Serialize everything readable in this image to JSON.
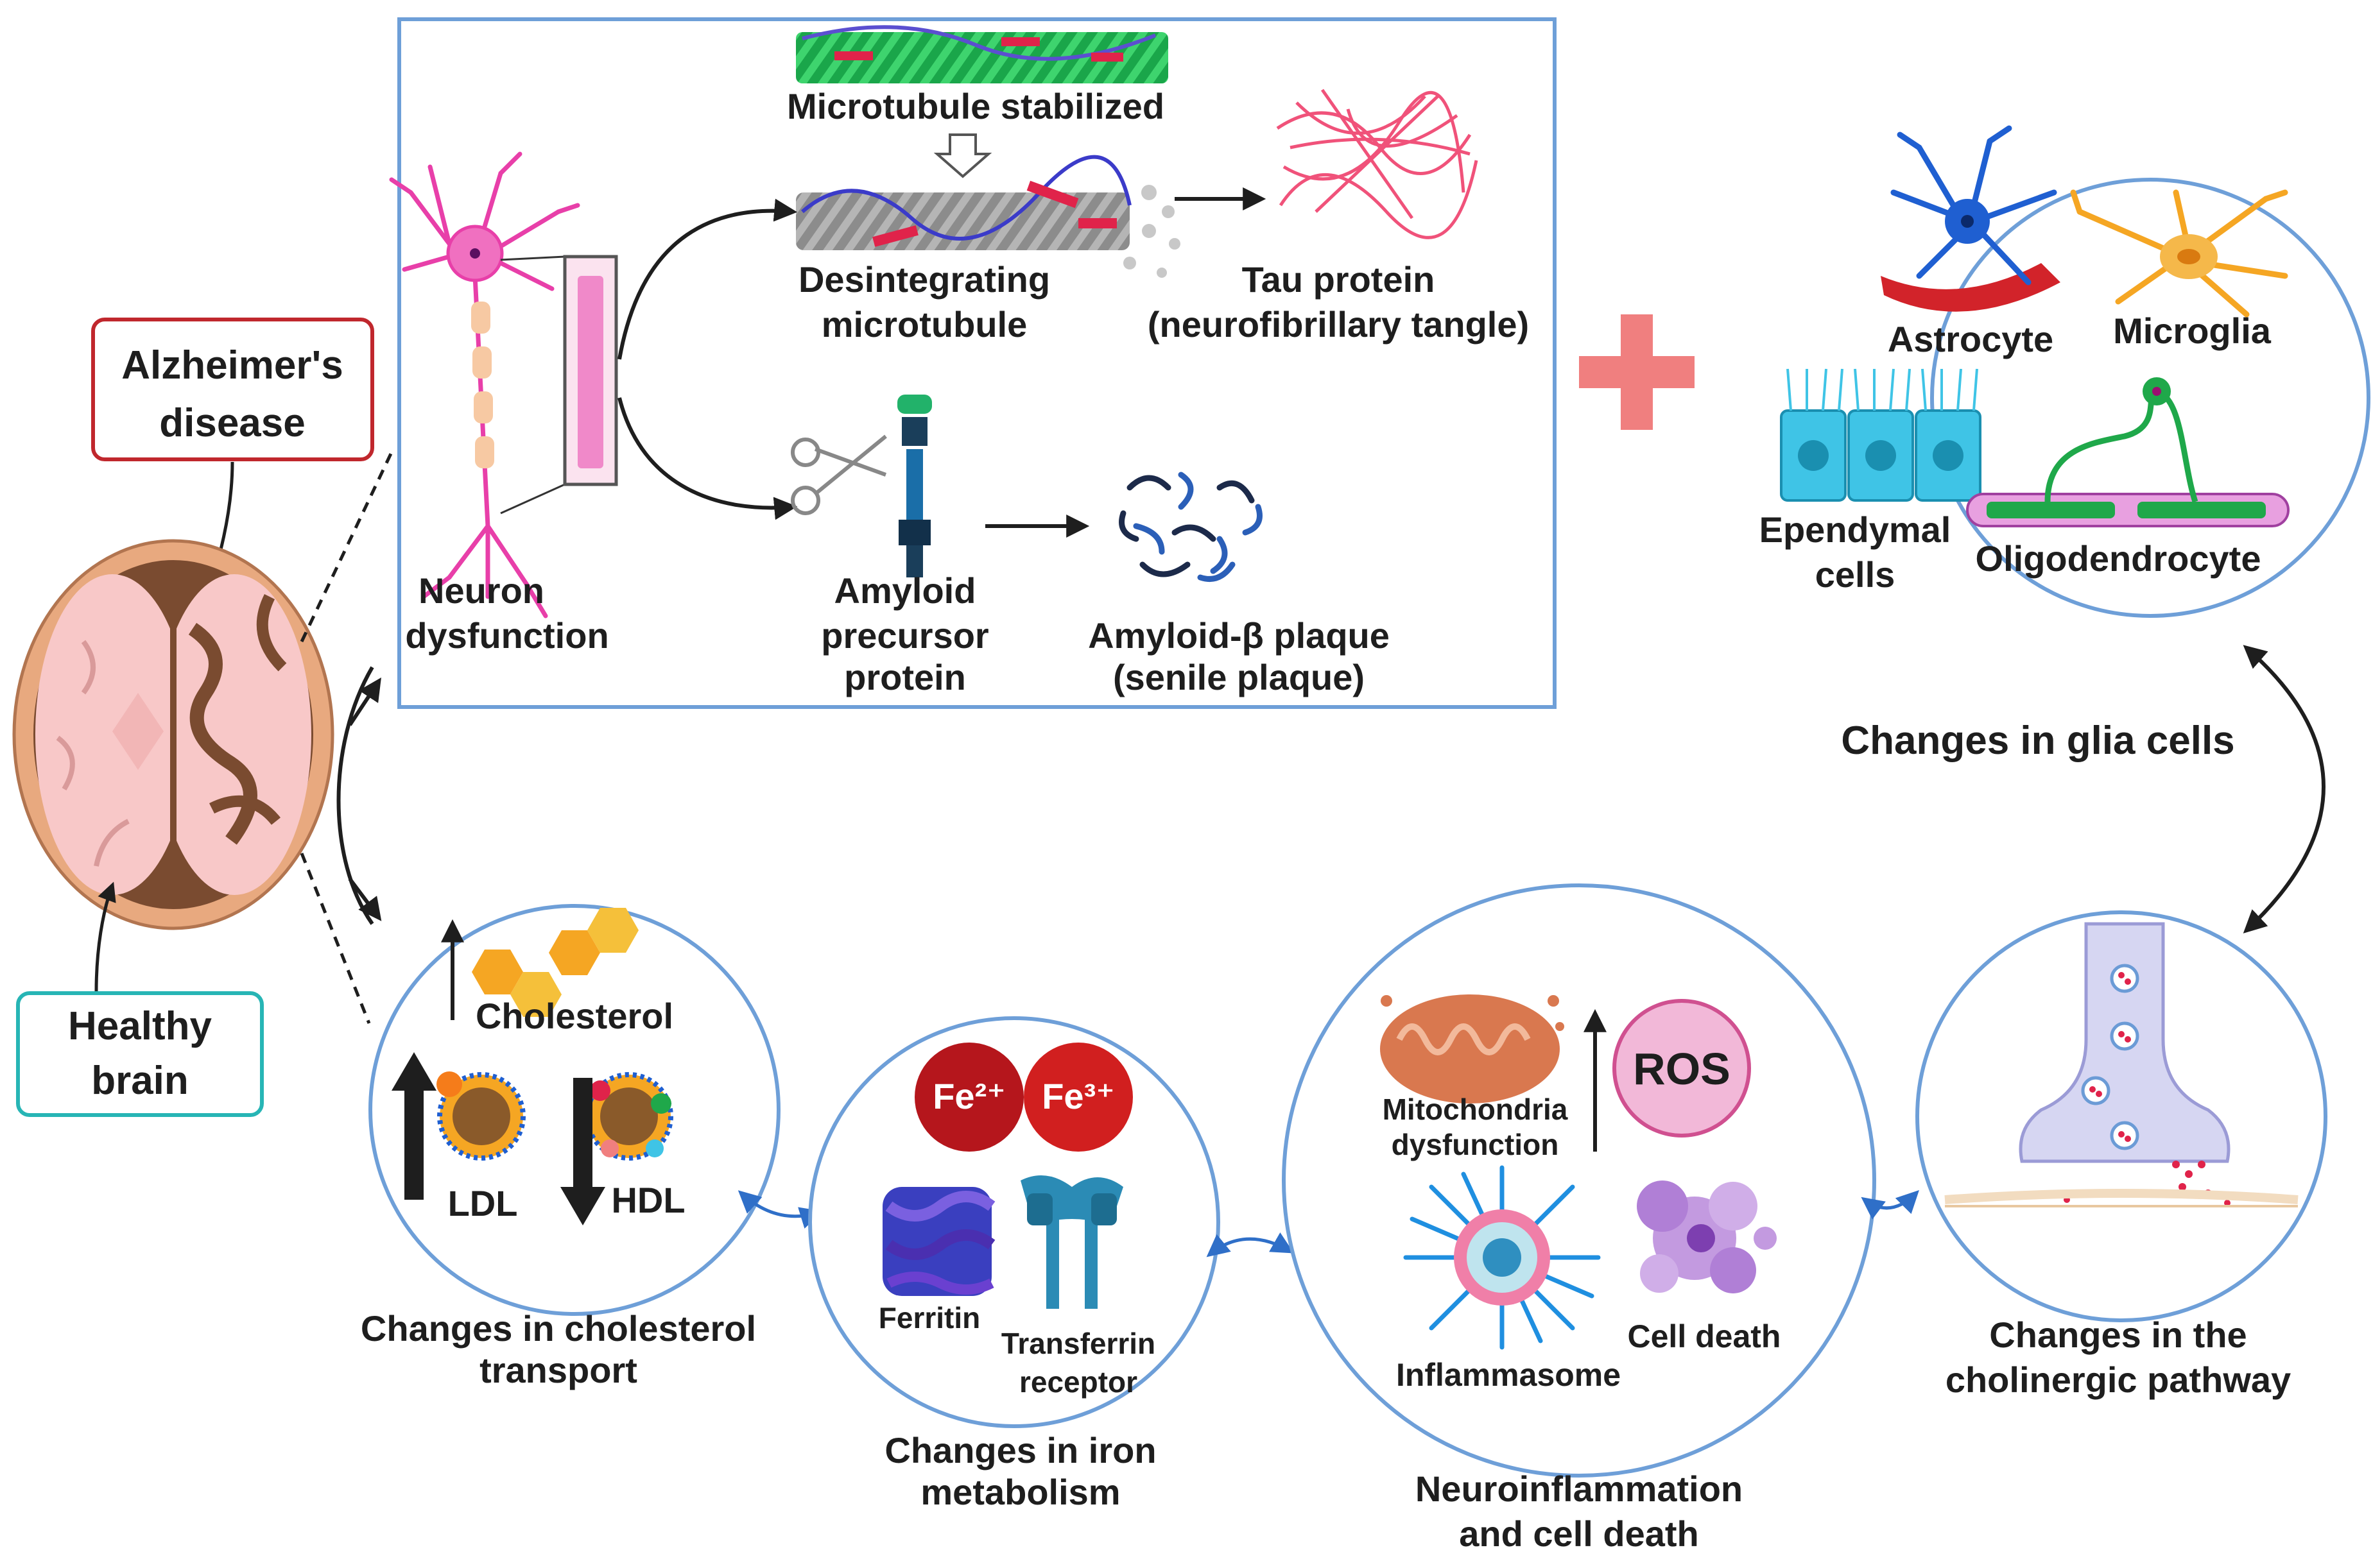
{
  "labels": {
    "alzheimers": "Alzheimer's disease",
    "alzheimers_line1": "Alzheimer's",
    "alzheimers_line2": "disease",
    "healthy_line1": "Healthy",
    "healthy_line2": "brain",
    "microtubule_stabilized": "Microtubule stabilized",
    "disintegrating_line1": "Desintegrating",
    "disintegrating_line2": "microtubule",
    "tau_line1": "Tau protein",
    "tau_line2": "(neurofibrillary tangle)",
    "neuron_line1": "Neuron",
    "neuron_line2": "dysfunction",
    "app_line1": "Amyloid",
    "app_line2": "precursor",
    "app_line3": "protein",
    "plaque_line1": "Amyloid-β plaque",
    "plaque_line2": "(senile plaque)",
    "astrocyte": "Astrocyte",
    "microglia": "Microglia",
    "ependymal_line1": "Ependymal",
    "ependymal_line2": "cells",
    "oligodendrocyte": "Oligodendrocyte",
    "glia_title": "Changes in glia cells",
    "cholesterol": "Cholesterol",
    "ldl": "LDL",
    "hdl": "HDL",
    "chol_title_line1": "Changes in cholesterol",
    "chol_title_line2": "transport",
    "fe2": "Fe²⁺",
    "fe3": "Fe³⁺",
    "ferritin": "Ferritin",
    "transferrin_line1": "Transferrin",
    "transferrin_line2": "receptor",
    "iron_title_line1": "Changes in iron",
    "iron_title_line2": "metabolism",
    "mito_line1": "Mitochondria",
    "mito_line2": "dysfunction",
    "ros": "ROS",
    "inflammasome": "Inflammasome",
    "cell_death": "Cell death",
    "neuro_title_line1": "Neuroinflammation",
    "neuro_title_line2": "and cell death",
    "cholinergic_title_line1": "Changes in the",
    "cholinergic_title_line2": "cholinergic pathway"
  },
  "colors": {
    "panel_border": "#6e9fd8",
    "circle_border": "#6e9fd8",
    "alzheimers_box": "#c0272d",
    "healthy_box": "#27b5b5",
    "plus": "#f07f7f",
    "neuron_pink": "#e83fa9",
    "astrocyte_blue": "#1f5fd1",
    "microglia_orange": "#f5a623",
    "ependymal_cyan": "#3fc4e6",
    "oligo_green": "#1fa84a",
    "fe_red": "#d11f1f",
    "ros_pink": "#f2b8d8",
    "ldl_orange": "#f5a623"
  },
  "icons": [
    "brain-section-icon",
    "neuron-icon",
    "microtubule-icon",
    "scissors-icon",
    "tau-tangle-icon",
    "amyloid-plaque-icon",
    "astrocyte-icon",
    "microglia-icon",
    "ependymal-icon",
    "oligodendrocyte-icon",
    "hexagon-cholesterol-icon",
    "lipoprotein-icon",
    "iron-ion-icon",
    "ferritin-icon",
    "transferrin-receptor-icon",
    "mitochondria-icon",
    "inflammasome-icon",
    "cell-death-icon",
    "synapse-icon"
  ]
}
